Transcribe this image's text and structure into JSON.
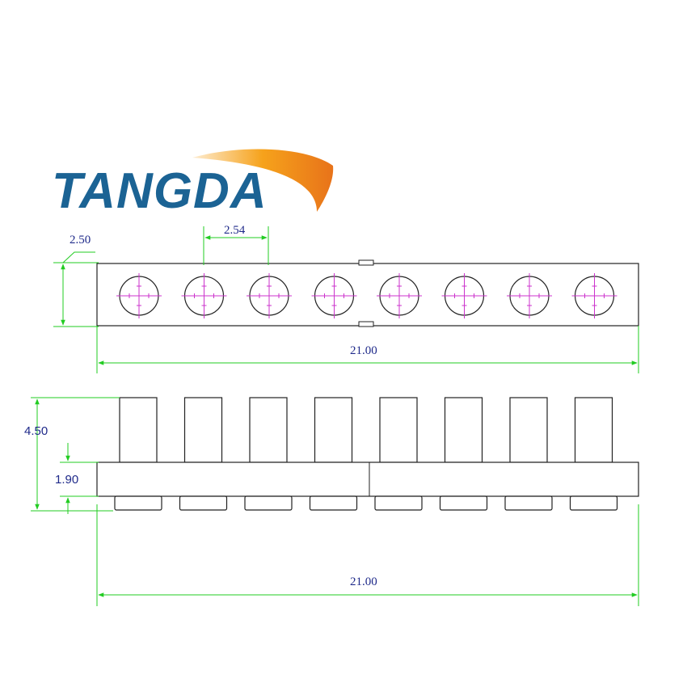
{
  "logo": {
    "text": "TANGDA",
    "text_color": "#1b6394",
    "swoosh_colors": [
      "#f6a21b",
      "#e8731a"
    ]
  },
  "top_view": {
    "pin_count": 8,
    "dim_pitch": "2.54",
    "dim_height": "2.50",
    "dim_length": "21.00"
  },
  "side_view": {
    "pin_count": 8,
    "dim_total_height": "4.50",
    "dim_body_height": "1.90",
    "dim_length": "21.00"
  },
  "colors": {
    "dimension_line": "#22cc22",
    "crosshair": "#cc33cc",
    "outline": "#222222",
    "pad_edge": "#33cccc",
    "label": "#1f2a8a"
  }
}
